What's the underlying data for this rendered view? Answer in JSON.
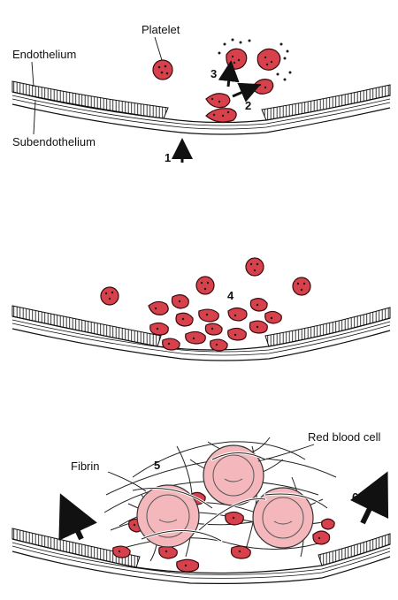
{
  "labels": {
    "platelet": "Platelet",
    "endothelium": "Endothelium",
    "subendothelium": "Subendothelium",
    "fibrin": "Fibrin",
    "red_blood_cell": "Red blood cell"
  },
  "steps": {
    "s1": "1",
    "s2": "2",
    "s3": "3",
    "s4": "4",
    "s5": "5",
    "s6": "6"
  },
  "colors": {
    "platelet_fill": "#d6414b",
    "red_blood_cell_fill": "#f4b7bb",
    "line": "#111111"
  }
}
